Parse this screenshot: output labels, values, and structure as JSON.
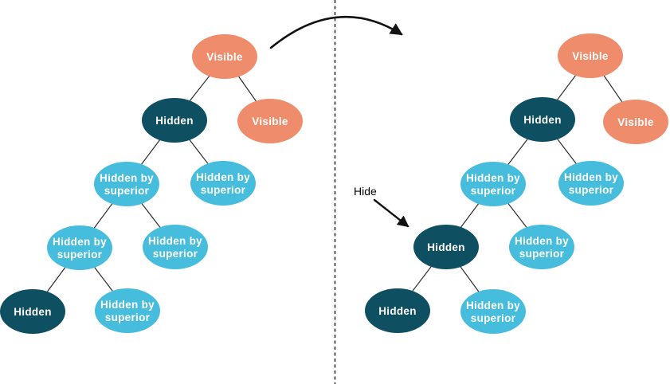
{
  "colors": {
    "visible": "#EF8C6C",
    "hidden": "#0E4F61",
    "hidden_by_superior": "#47BDDE",
    "node_text": "#FFFFFF",
    "connector": "#2B2B2B",
    "annotation": "#000000"
  },
  "annotations": {
    "hide_label": "Hide"
  },
  "left_tree": {
    "nodes": [
      {
        "label": "Visible",
        "state": "visible",
        "lines": [
          "Visible"
        ]
      },
      {
        "label": "Hidden",
        "state": "hidden",
        "lines": [
          "Hidden"
        ]
      },
      {
        "label": "Visible",
        "state": "visible",
        "lines": [
          "Visible"
        ]
      },
      {
        "label": "Hidden by superior",
        "state": "hidden-by-superior",
        "lines": [
          "Hidden by",
          "superior"
        ]
      },
      {
        "label": "Hidden by superior",
        "state": "hidden-by-superior",
        "lines": [
          "Hidden by",
          "superior"
        ]
      },
      {
        "label": "Hidden by superior",
        "state": "hidden-by-superior",
        "lines": [
          "Hidden by",
          "superior"
        ]
      },
      {
        "label": "Hidden by superior",
        "state": "hidden-by-superior",
        "lines": [
          "Hidden by",
          "superior"
        ]
      },
      {
        "label": "Hidden",
        "state": "hidden",
        "lines": [
          "Hidden"
        ]
      },
      {
        "label": "Hidden by superior",
        "state": "hidden-by-superior",
        "lines": [
          "Hidden by",
          "superior"
        ]
      }
    ]
  },
  "right_tree": {
    "nodes": [
      {
        "label": "Visible",
        "state": "visible",
        "lines": [
          "Visible"
        ]
      },
      {
        "label": "Hidden",
        "state": "hidden",
        "lines": [
          "Hidden"
        ]
      },
      {
        "label": "Visible",
        "state": "visible",
        "lines": [
          "Visible"
        ]
      },
      {
        "label": "Hidden by superior",
        "state": "hidden-by-superior",
        "lines": [
          "Hidden by",
          "superior"
        ]
      },
      {
        "label": "Hidden by superior",
        "state": "hidden-by-superior",
        "lines": [
          "Hidden by",
          "superior"
        ]
      },
      {
        "label": "Hidden",
        "state": "hidden",
        "lines": [
          "Hidden"
        ]
      },
      {
        "label": "Hidden by superior",
        "state": "hidden-by-superior",
        "lines": [
          "Hidden by",
          "superior"
        ]
      },
      {
        "label": "Hidden",
        "state": "hidden",
        "lines": [
          "Hidden"
        ]
      },
      {
        "label": "Hidden by superior",
        "state": "hidden-by-superior",
        "lines": [
          "Hidden by",
          "superior"
        ]
      }
    ]
  }
}
